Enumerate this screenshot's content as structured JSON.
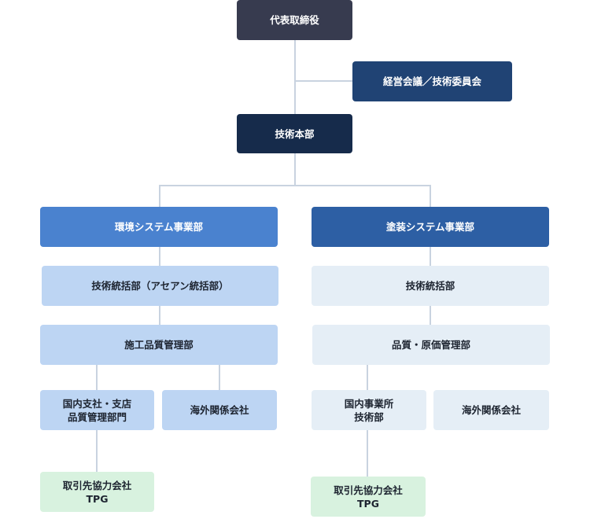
{
  "org_chart": {
    "ceo": "代表取締役",
    "committee": "経営会議／技術委員会",
    "tech_hq": "技術本部",
    "divisions": [
      {
        "name": "環境システム事業部",
        "units": [
          "技術統括部（アセアン統括部）",
          "施工品質管理部"
        ],
        "sub_units": [
          "国内支社・支店\n品質管理部門",
          "海外関係会社"
        ],
        "partner": "取引先協力会社\nTPG"
      },
      {
        "name": "塗装システム事業部",
        "units": [
          "技術統括部",
          "品質・原価管理部"
        ],
        "sub_units": [
          "国内事業所\n技術部",
          "海外関係会社"
        ],
        "partner": "取引先協力会社\nTPG"
      }
    ]
  },
  "colors": {
    "ceo": "#373b4f",
    "committee": "#204374",
    "tech_hq": "#162b4b",
    "env_division": "#4a82cf",
    "paint_division": "#2d5fa4",
    "env_units": "#bdd5f3",
    "paint_units": "#e5eef6",
    "partner": "#d8f2df",
    "connector": "#c9d3e0"
  }
}
